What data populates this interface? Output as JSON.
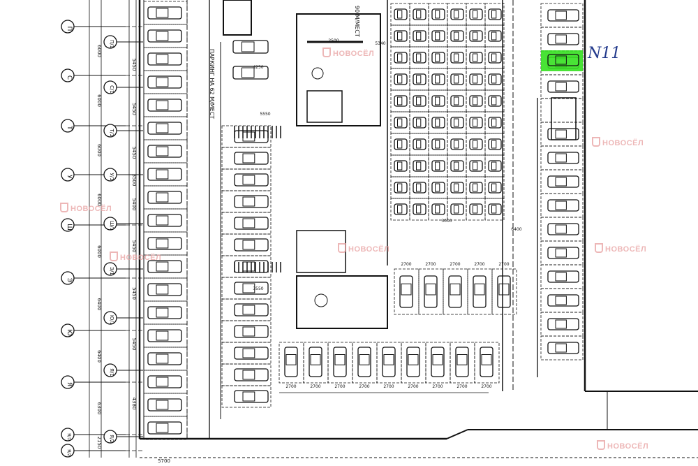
{
  "plan": {
    "title_left": "ПАРКИНГ НА 62 М/МЕСТ",
    "title_top": "90 М/МЕСТ",
    "highlight_color": "#35e020",
    "highlight_label": "N11",
    "watermark": "НОВОСЁЛ",
    "outer_axes": [
      "П",
      "С",
      "Т",
      "У",
      "Ш",
      "Э",
      "Ю",
      "Я",
      "Я/1",
      "Я/2"
    ],
    "inner_axes": [
      "П/1",
      "С/1",
      "Т/1",
      "У/1",
      "Ш/1",
      "Э/1",
      "Ю/1",
      "Я/1",
      "Я/2"
    ],
    "dims_outer": [
      "6000",
      "6000",
      "6000",
      "6000",
      "6000",
      "6400",
      "6400",
      "6300",
      "2150"
    ],
    "dims_inner": [
      "5450",
      "5450",
      "5450",
      "3500",
      "5400",
      "5450",
      "5450",
      "5450",
      "4380"
    ],
    "dims_misc": [
      "2500",
      "5340",
      "4250",
      "5550",
      "3550",
      "2700",
      "3000",
      "6400",
      "5700"
    ]
  }
}
